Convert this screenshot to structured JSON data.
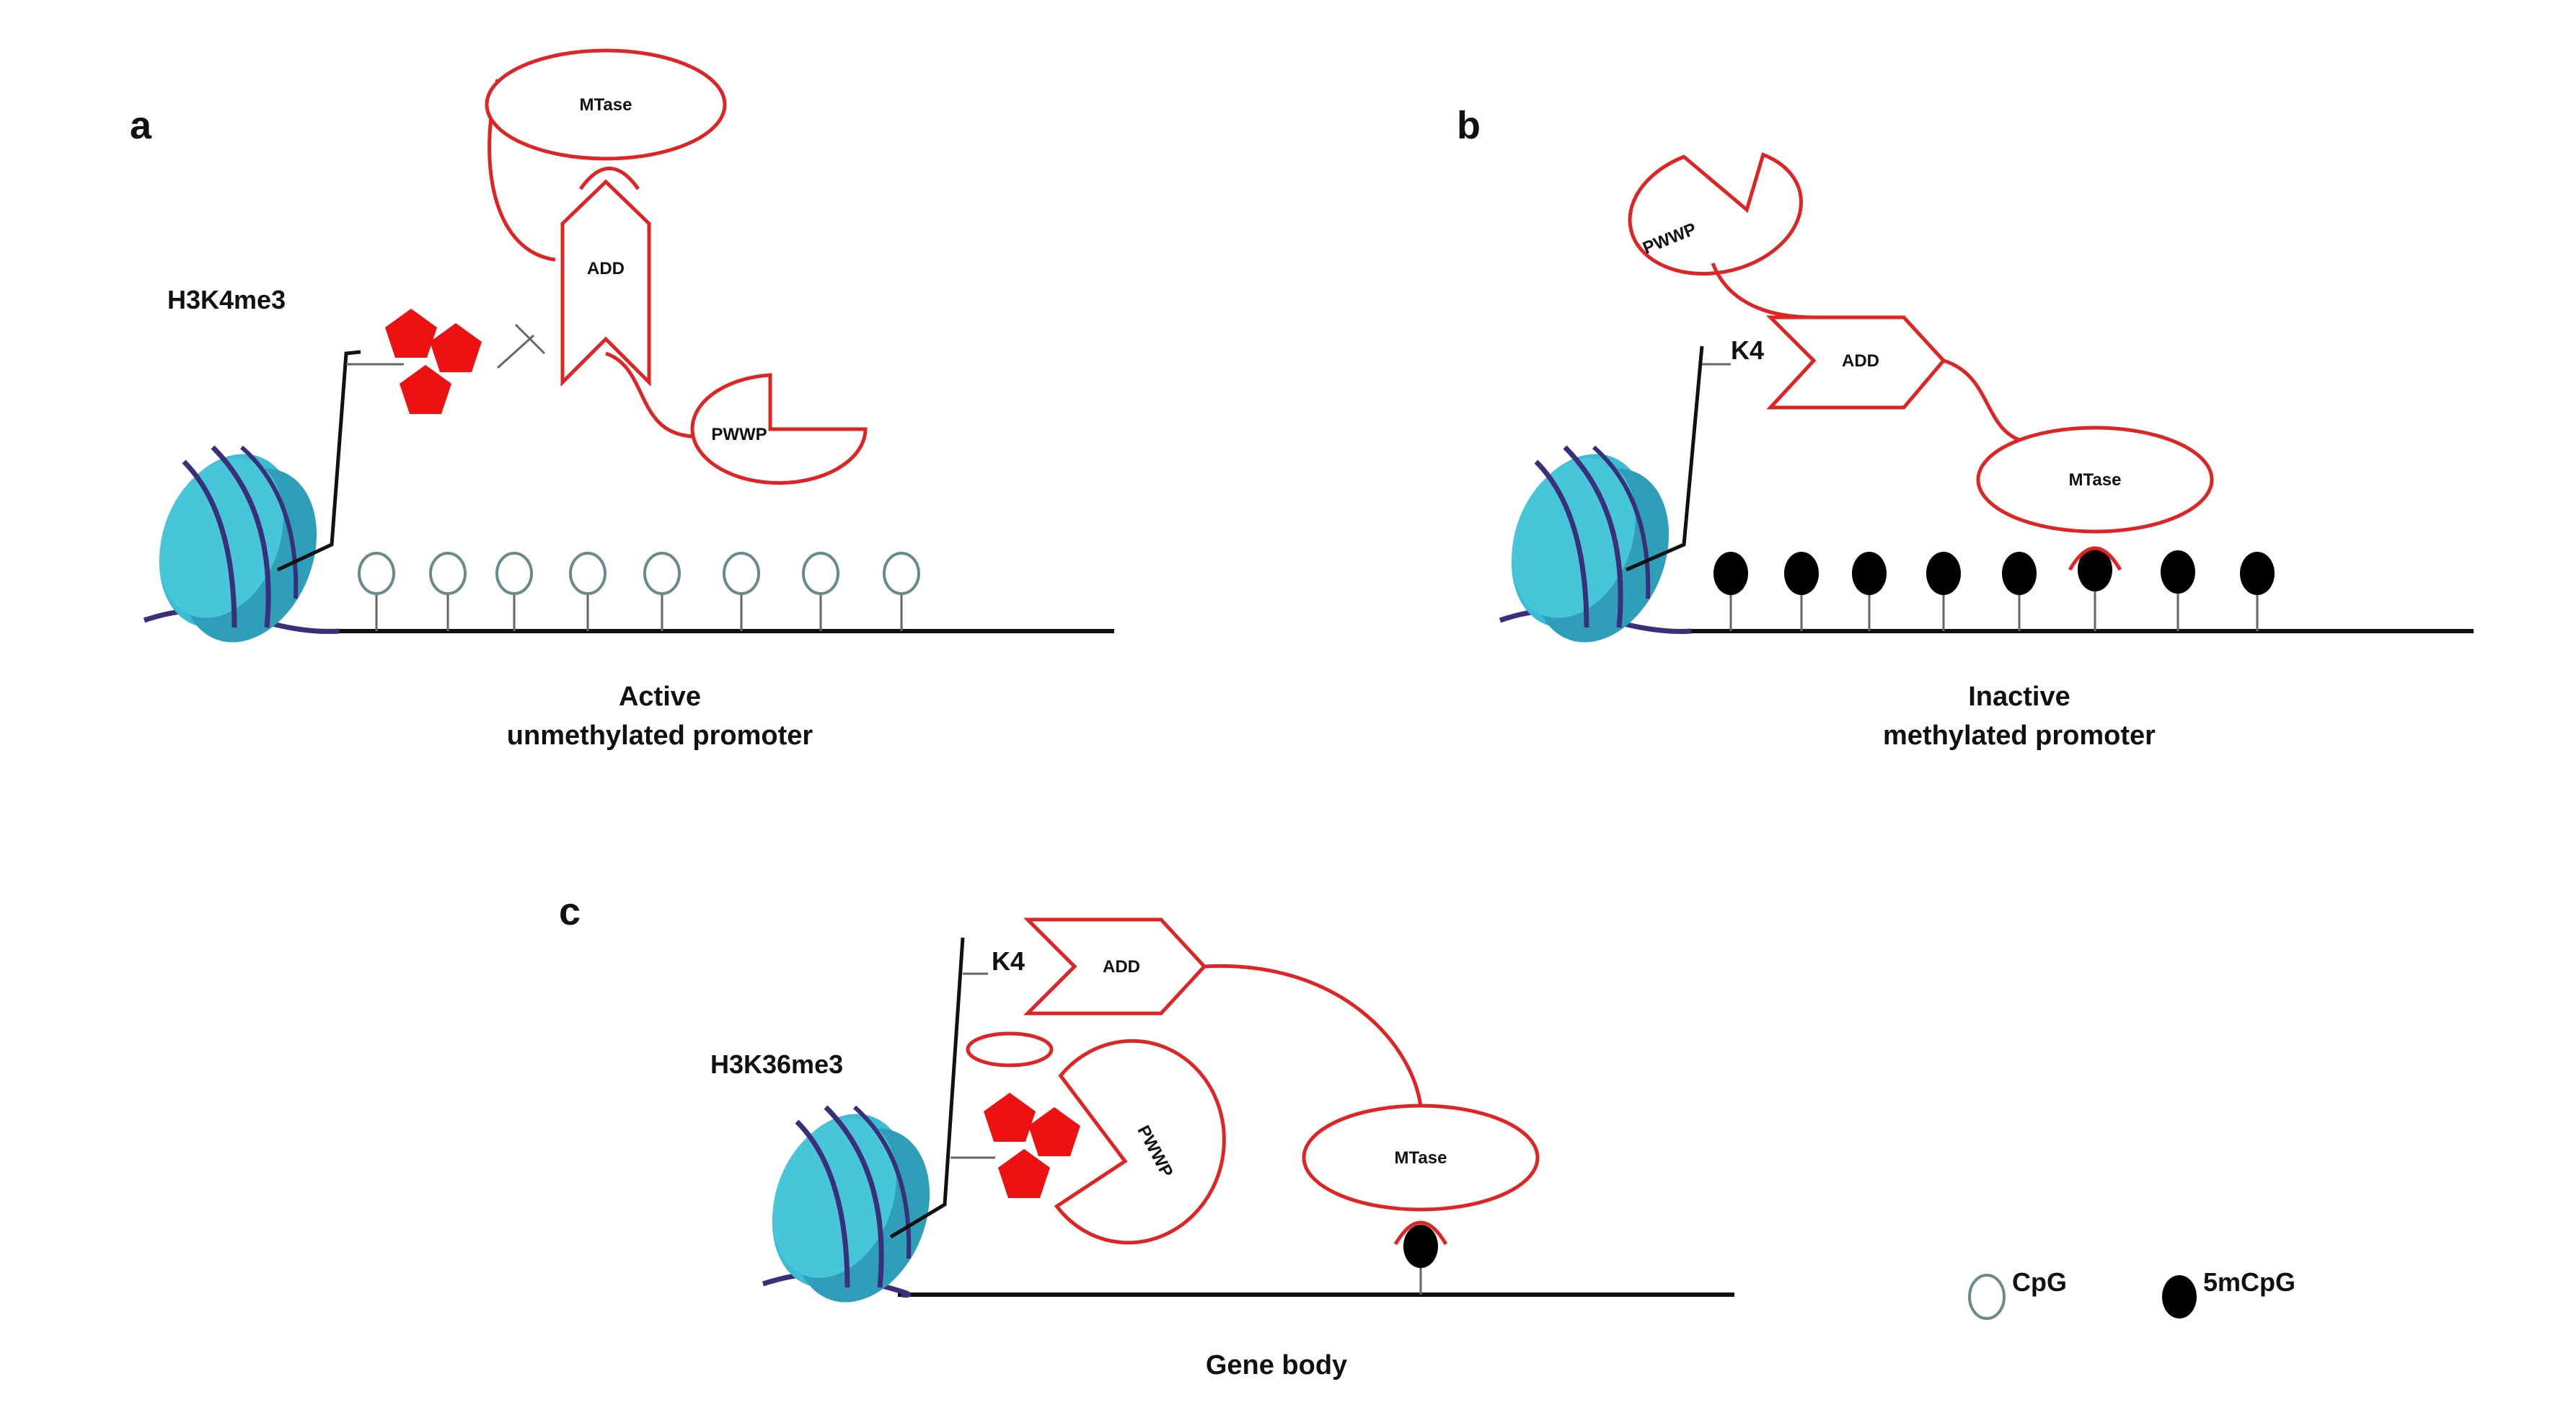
{
  "panels": {
    "a": {
      "letter": "a",
      "mark_label": "H3K4me3",
      "mtase": "MTase",
      "add": "ADD",
      "pwwp": "PWWP",
      "caption_line1": "Active",
      "caption_line2": "unmethylated promoter"
    },
    "b": {
      "letter": "b",
      "k4": "K4",
      "mtase": "MTase",
      "add": "ADD",
      "pwwp": "PWWP",
      "caption_line1": "Inactive",
      "caption_line2": "methylated promoter"
    },
    "c": {
      "letter": "c",
      "mark_label": "H3K36me3",
      "k4": "K4",
      "mtase": "MTase",
      "add": "ADD",
      "pwwp": "PWWP",
      "caption": "Gene body"
    }
  },
  "legend": {
    "cpg": "CpG",
    "mcpg": "5mCpG"
  },
  "colors": {
    "protein_outline": "#e02424",
    "histone_mark": "#ee1111",
    "nucleosome": "#3cbcd2",
    "dna_wrap": "#3a2f7a",
    "dna": "#111111"
  }
}
